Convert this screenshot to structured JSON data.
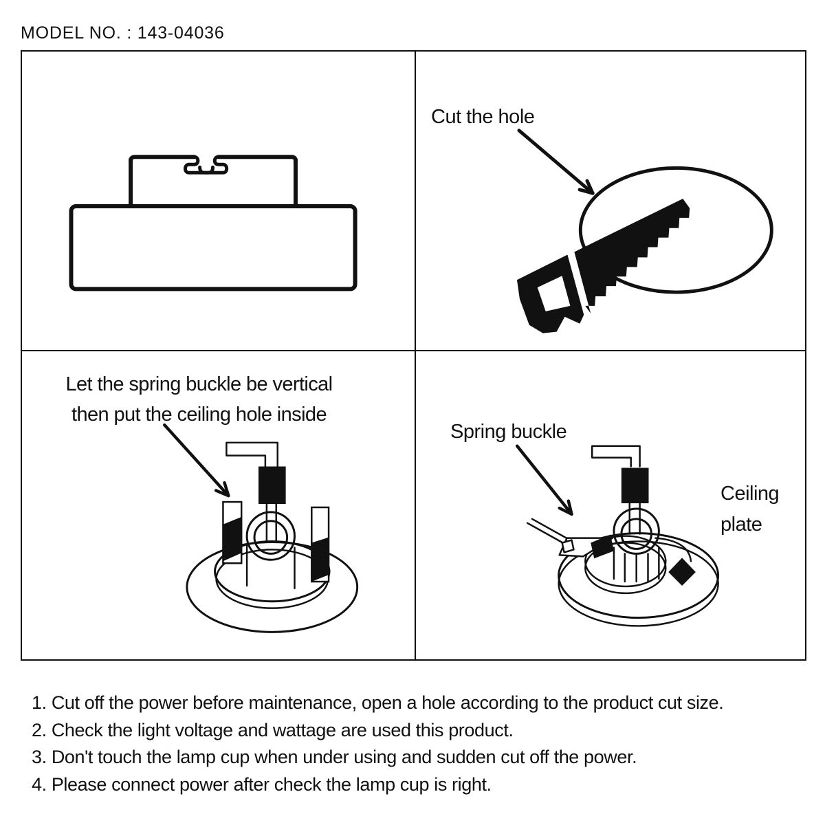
{
  "page": {
    "background": "#ffffff",
    "ink_color": "#111111"
  },
  "header": {
    "model_label": "MODEL NO. : 143-04036"
  },
  "panels": {
    "product_side_view": {
      "description": "downlight side view line drawing with interlock clip"
    },
    "cut_hole": {
      "label": "Cut the hole"
    },
    "spring_vertical": {
      "caption_line1": "Let the spring buckle be vertical",
      "caption_line2": "then put the ceiling hole inside"
    },
    "install": {
      "spring_buckle_label": "Spring buckle",
      "ceiling_plate_line1": "Ceiling",
      "ceiling_plate_line2": "plate"
    }
  },
  "instructions": [
    "1. Cut off the power before maintenance, open a hole according to the product cut size.",
    "2. Check the light voltage and wattage are used this product.",
    "3. Don't touch the lamp cup when under using and sudden cut off the power.",
    "4. Please connect power after check the lamp cup is right."
  ]
}
